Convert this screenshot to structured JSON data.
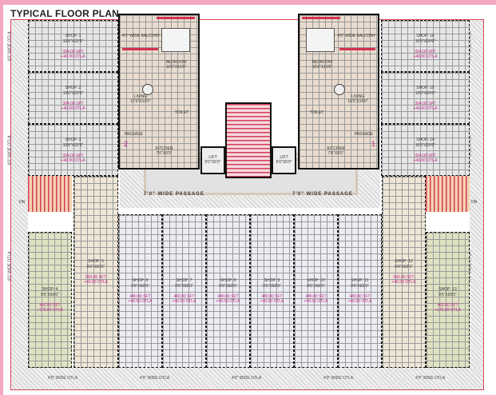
{
  "title": "TYPICAL FLOOR PLAN",
  "colors": {
    "frame": "#f2a7c3",
    "border": "#d9455f",
    "area_text": "#c0228a",
    "shop_light": "#ececf4",
    "shop_beige": "#efe6d6",
    "shop_olive": "#dfe2c2",
    "stair": "#d63c58"
  },
  "otla": {
    "left": [
      "4'0\" WIDE OTLA",
      "4'0\" WIDE OTLA",
      "4'0\" WIDE OTLA"
    ],
    "right": [
      "4'0\" WIDE OTLA",
      "4'0\" WIDE OTLA",
      "4'0\" WIDE OTLA"
    ],
    "bottom": [
      "4'0\" WIDE OTLA",
      "4'0\" WIDE OTLA",
      "4'0\" WIDE OTLA",
      "4'0\" WIDE OTLA",
      "4'0\" WIDE OTLA"
    ]
  },
  "shops": [
    {
      "name": "SHOP: 1",
      "size": "13'6\"X22'6\"",
      "area": "304.00 SFT",
      "otla": "+40.00 OTLA",
      "tone": "grey"
    },
    {
      "name": "SHOP: 2",
      "size": "13'6\"X22'6\"",
      "area": "304.00 SFT",
      "otla": "+40.00 OTLA",
      "tone": "grey"
    },
    {
      "name": "SHOP: 3",
      "size": "13'6\"X22'6\"",
      "area": "304.00 SFT",
      "otla": "+40.00 OTLA",
      "tone": "grey"
    },
    {
      "name": "SHOP: 4",
      "size": "9'6\"X50'0\"",
      "area": "460.00 SFT",
      "otla": "+170.00 OTLA",
      "tone": "olive"
    },
    {
      "name": "SHOP: 5",
      "size": "9'6\"X50'0\"",
      "area": "500.00 SFT",
      "otla": "+40.00 OTLA",
      "tone": "beige"
    },
    {
      "name": "SHOP: 6",
      "size": "9'6\"X50'0\"",
      "area": "440.00 SFT",
      "otla": "+40.00 OTLA",
      "tone": "light"
    },
    {
      "name": "SHOP: 7",
      "size": "9'6\"X50'0\"",
      "area": "440.00 SFT",
      "otla": "+40.00 OTLA",
      "tone": "light"
    },
    {
      "name": "SHOP: 8",
      "size": "9'6\"X50'0\"",
      "area": "440.00 SFT",
      "otla": "+40.00 OTLA",
      "tone": "light"
    },
    {
      "name": "SHOP: 9",
      "size": "9'6\"X50'0\"",
      "area": "440.00 SFT",
      "otla": "+40.00 OTLA",
      "tone": "light"
    },
    {
      "name": "SHOP: 10",
      "size": "9'6\"X50'0\"",
      "area": "440.00 SFT",
      "otla": "+40.00 OTLA",
      "tone": "light"
    },
    {
      "name": "SHOP: 11",
      "size": "9'6\"X50'0\"",
      "area": "440.00 SFT",
      "otla": "+40.00 OTLA",
      "tone": "light"
    },
    {
      "name": "SHOP: 12",
      "size": "9'6\"X50'0\"",
      "area": "500.00 SFT",
      "otla": "+40.00 OTLA",
      "tone": "beige"
    },
    {
      "name": "SHOP: 13",
      "size": "9'6\"X50'0\"",
      "area": "460.00 SFT",
      "otla": "+170.00 OTLA",
      "tone": "olive"
    },
    {
      "name": "SHOP: 16",
      "size": "15'0\"X20'0\"",
      "area": "304.00 SFT",
      "otla": "+40.00 OTLA",
      "tone": "grey"
    },
    {
      "name": "SHOP: 15",
      "size": "15'0\"X20'0\"",
      "area": "304.00 SFT",
      "otla": "+40.00 OTLA",
      "tone": "grey"
    },
    {
      "name": "SHOP: 14",
      "size": "15'0\"X20'0\"",
      "area": "304.00 SFT",
      "otla": "+40.00 OTLA",
      "tone": "grey"
    }
  ],
  "flats": {
    "left": {
      "balcony": "4'0\" WIDE BALCONY",
      "bedroom": "BEDROOM",
      "bedroom_size": "10'0\"X10'0\"",
      "living": "LIVING",
      "living_size": "17'0\"X10'0\"",
      "toilet": "TOILET",
      "kitchen": "KITCHEN",
      "kitchen_size": "7'0\"X9'0\"",
      "passage": "PASSAGE",
      "number": "2"
    },
    "right": {
      "balcony": "4'0\" WIDE BALCONY",
      "bedroom": "BEDROOM",
      "bedroom_size": "10'0\"X10'0\"",
      "living": "LIVING",
      "living_size": "16'0\"X10'0\"",
      "toilet": "TOILET",
      "kitchen": "KITCHEN",
      "kitchen_size": "7'0\"X9'0\"",
      "passage": "PASSAGE",
      "number": "1"
    }
  },
  "lifts": [
    {
      "label": "LIFT",
      "size": "5'0\"X5'0\""
    },
    {
      "label": "LIFT",
      "size": "5'0\"X5'0\""
    }
  ],
  "passage": [
    "7'0\" WIDE PASSAGE",
    "7'0\" WIDE PASSAGE"
  ],
  "stair_markers": [
    "DN",
    "DN"
  ]
}
